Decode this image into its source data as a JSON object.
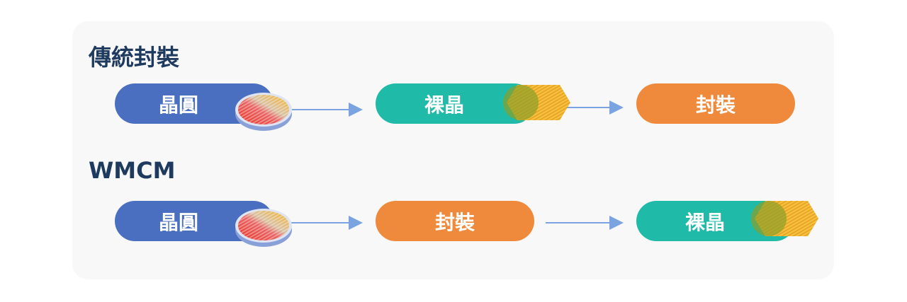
{
  "diagram": {
    "sections": [
      {
        "title": "傳統封裝",
        "steps": [
          "晶圓",
          "裸晶",
          "封裝"
        ]
      },
      {
        "title": "WMCM",
        "steps": [
          "晶圓",
          "封裝",
          "裸晶"
        ]
      }
    ],
    "colors": {
      "wafer": "#4a6fc0",
      "die": "#1fbaa8",
      "package": "#ef8a3c",
      "arrow": "#7aa3e0",
      "title": "#1f3a5f"
    }
  }
}
